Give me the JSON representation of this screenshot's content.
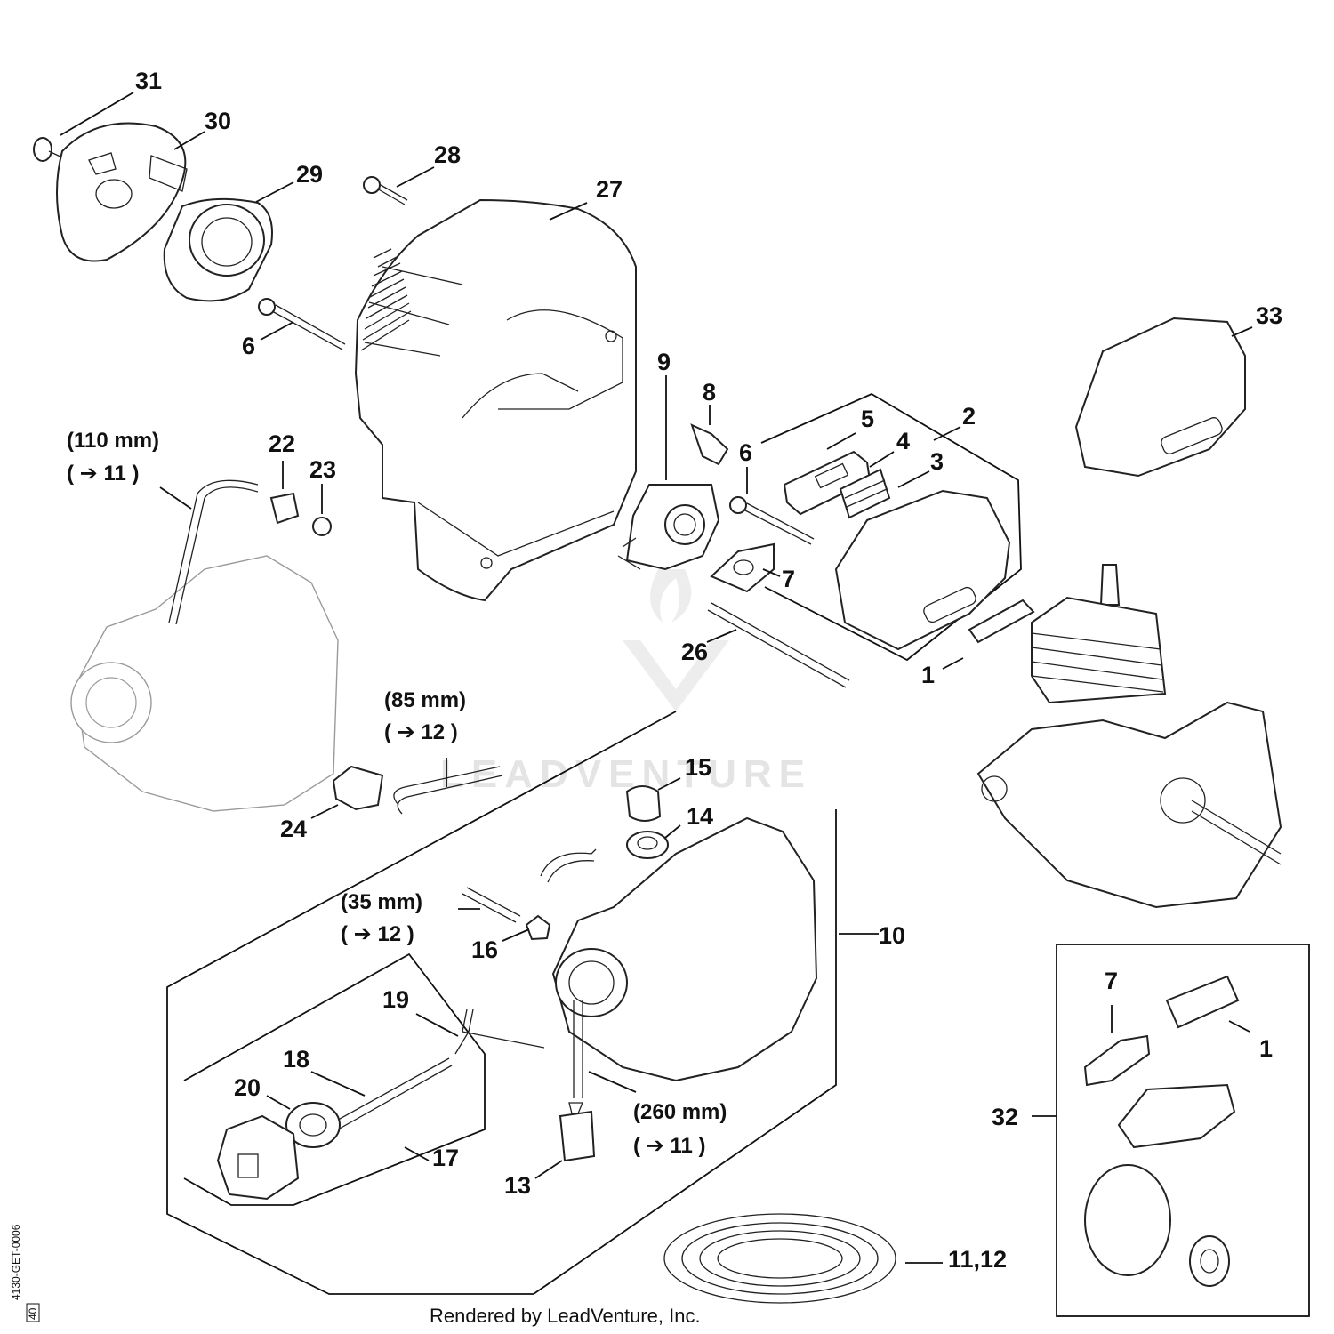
{
  "callouts": {
    "c31": "31",
    "c30": "30",
    "c29": "29",
    "c28": "28",
    "c27": "27",
    "c6a": "6",
    "c6b": "6",
    "c9": "9",
    "c8": "8",
    "c33": "33",
    "c5": "5",
    "c4": "4",
    "c3": "3",
    "c2": "2",
    "c22": "22",
    "c23": "23",
    "c7a": "7",
    "c26": "26",
    "c1a": "1",
    "c15": "15",
    "c14": "14",
    "c24": "24",
    "c16": "16",
    "c10": "10",
    "c19": "19",
    "c18": "18",
    "c20": "20",
    "c17": "17",
    "c13": "13",
    "c7b": "7",
    "c1b": "1",
    "c32": "32",
    "c1112": "11,12"
  },
  "notes": {
    "hose110_len": "(110 mm)",
    "hose110_ref": "( ➔ 11 )",
    "hose85_len": "(85 mm)",
    "hose85_ref": "( ➔ 12 )",
    "hose35_len": "(35 mm)",
    "hose35_ref": "( ➔ 12 )",
    "hose260_len": "(260 mm)",
    "hose260_ref": "( ➔ 11 )"
  },
  "watermark": "LEADVENTURE",
  "footer": "Rendered by LeadVenture, Inc.",
  "doc_id": "4130-GET-0006",
  "doc_page": "40"
}
